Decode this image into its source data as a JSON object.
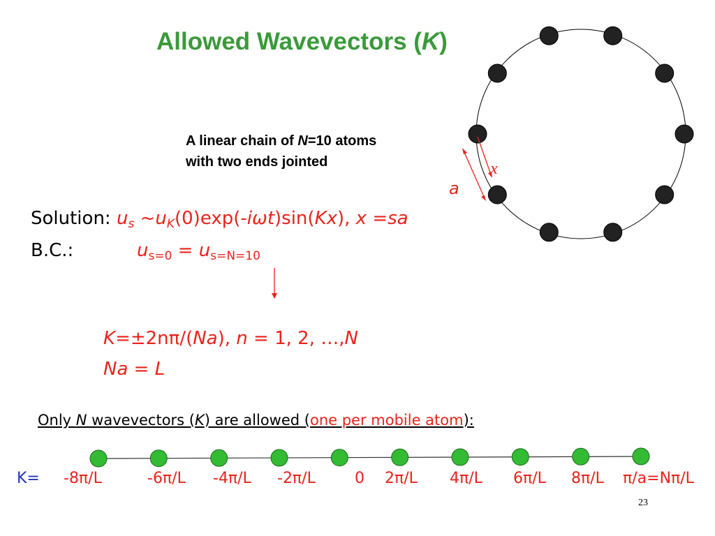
{
  "title": {
    "main": "Allowed Wavevectors (",
    "var": "K",
    "close": ")"
  },
  "caption": {
    "line1_a": "A linear chain of ",
    "line1_var": "N",
    "line1_b": "=10 atoms",
    "line2": "with two ends jointed"
  },
  "ring": {
    "atom_count": 10,
    "label_a": "a",
    "label_x": "x"
  },
  "solution": {
    "label": "Solution: ",
    "u": "u",
    "u_sub": "s",
    "tilde": " ~",
    "uk": "u",
    "uk_sub": "K",
    "mid1": "(0)exp(-",
    "i": "i",
    "omega": "ω",
    "t": "t",
    "mid2": ")sin(",
    "Kx": "Kx",
    "close": "),",
    "x_eq": " x =",
    "sa": "sa"
  },
  "bc": {
    "label": "B.C.:",
    "u1": "u",
    "sub1": "s=0",
    "eq": " = ",
    "u2": "u",
    "sub2": "s=N=10"
  },
  "k_formula": {
    "K": "K",
    "eq": "=±2nπ/(",
    "Na": "Na",
    "close": "),",
    "n": " n",
    "list": " = 1, 2, ",
    "dots": "…",
    "comma": ",",
    "N": "N"
  },
  "na_line": "Na = L",
  "allowed": {
    "only": "Only ",
    "N": "N",
    "text1": " wavevectors (",
    "K": "K",
    "text2": ") are allowed (",
    "highlight": "one per mobile atom",
    "text3": "):"
  },
  "k_axis": {
    "prefix": "K=",
    "labels": [
      "-8π/L",
      "-6π/L",
      "-4π/L",
      "-2π/L",
      "0",
      "2π/L",
      "4π/L",
      "6π/L",
      "8π/L",
      "π/a=Nπ/L"
    ]
  },
  "page_number": "23",
  "colors": {
    "title": "#3a9a3a",
    "accent": "#e8231c",
    "atom_green": "#33bb33",
    "atom_dark": "#222222",
    "k_prefix": "#2233bb"
  }
}
